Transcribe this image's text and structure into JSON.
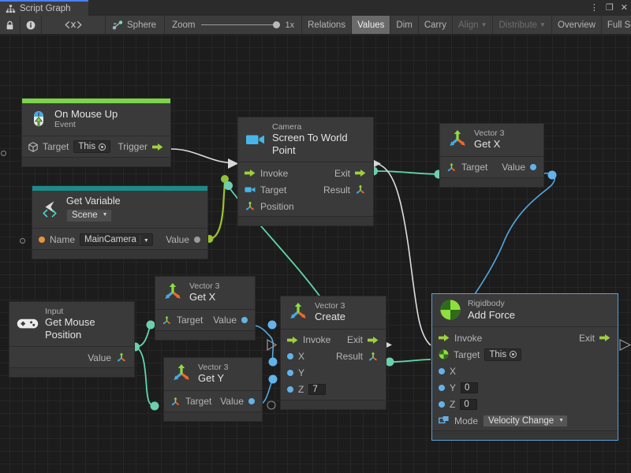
{
  "window": {
    "tab_label": "Script Graph",
    "tab_icon": "script-graph-icon",
    "buttons": [
      {
        "name": "overflow-menu-button",
        "glyph": "⋮"
      },
      {
        "name": "maximize-button",
        "glyph": "❐"
      },
      {
        "name": "close-button",
        "glyph": "✕"
      }
    ]
  },
  "toolbar": {
    "lock_icon": "lock-icon",
    "info_icon": "info-icon",
    "code_icon": "angle-brackets-icon",
    "object_icon": "graph-object-icon",
    "object_label": "Sphere",
    "zoom_label": "Zoom",
    "zoom_value": "1x",
    "items": [
      {
        "label": "Relations",
        "selected": false,
        "disabled": false
      },
      {
        "label": "Values",
        "selected": true,
        "disabled": false
      },
      {
        "label": "Dim",
        "selected": false,
        "disabled": false
      },
      {
        "label": "Carry",
        "selected": false,
        "disabled": false
      },
      {
        "label": "Align",
        "selected": false,
        "disabled": true,
        "caret": true
      },
      {
        "label": "Distribute",
        "selected": false,
        "disabled": true,
        "caret": true
      },
      {
        "label": "Overview",
        "selected": false,
        "disabled": false
      },
      {
        "label": "Full Screen",
        "selected": false,
        "disabled": false
      }
    ]
  },
  "colors": {
    "event_accent": "#7bd44a",
    "variable_accent": "#1d8a8a",
    "wire_flow": "#dedede",
    "wire_vector": "#5fd6a8",
    "wire_float": "#54a8e0",
    "wire_value": "#9ec22a",
    "port_blue": "#63b3ea",
    "port_green": "#6ecfb0",
    "port_orange": "#e8933e",
    "selection": "#5b9ed6"
  },
  "nodes": {
    "on_mouse_up": {
      "subtitle": "On Mouse Up",
      "title": "Event",
      "icon": "mouse-up-icon",
      "target_label": "Target",
      "target_value": "This",
      "trigger_label": "Trigger"
    },
    "get_variable": {
      "subtitle": "Get Variable",
      "scope_value": "Scene",
      "icon": "variable-icon",
      "name_label": "Name",
      "name_value": "MainCamera",
      "value_label": "Value"
    },
    "screen_to_world": {
      "subtitle": "Camera",
      "title": "Screen To World Point",
      "icon": "camera-icon",
      "invoke_label": "Invoke",
      "exit_label": "Exit",
      "target_label": "Target",
      "result_label": "Result",
      "position_label": "Position"
    },
    "vector3_getx_right": {
      "subtitle": "Vector 3",
      "title": "Get X",
      "icon": "vector3-icon",
      "target_label": "Target",
      "value_label": "Value"
    },
    "input_mouse_position": {
      "subtitle": "Input",
      "title": "Get Mouse Position",
      "icon": "gamepad-icon",
      "value_label": "Value"
    },
    "vector3_getx_left": {
      "subtitle": "Vector 3",
      "title": "Get X",
      "icon": "vector3-icon",
      "target_label": "Target",
      "value_label": "Value"
    },
    "vector3_gety_left": {
      "subtitle": "Vector 3",
      "title": "Get Y",
      "icon": "vector3-icon",
      "target_label": "Target",
      "value_label": "Value"
    },
    "vector3_create": {
      "subtitle": "Vector 3",
      "title": "Create",
      "icon": "vector3-icon",
      "invoke_label": "Invoke",
      "exit_label": "Exit",
      "x_label": "X",
      "y_label": "Y",
      "z_label": "Z",
      "z_value": "7",
      "result_label": "Result"
    },
    "add_force": {
      "subtitle": "Rigidbody",
      "title": "Add Force",
      "icon": "rigidbody-icon",
      "invoke_label": "Invoke",
      "exit_label": "Exit",
      "target_label": "Target",
      "target_value": "This",
      "x_label": "X",
      "y_label": "Y",
      "y_value": "0",
      "z_label": "Z",
      "z_value": "0",
      "mode_label": "Mode",
      "mode_value": "Velocity Change"
    }
  }
}
